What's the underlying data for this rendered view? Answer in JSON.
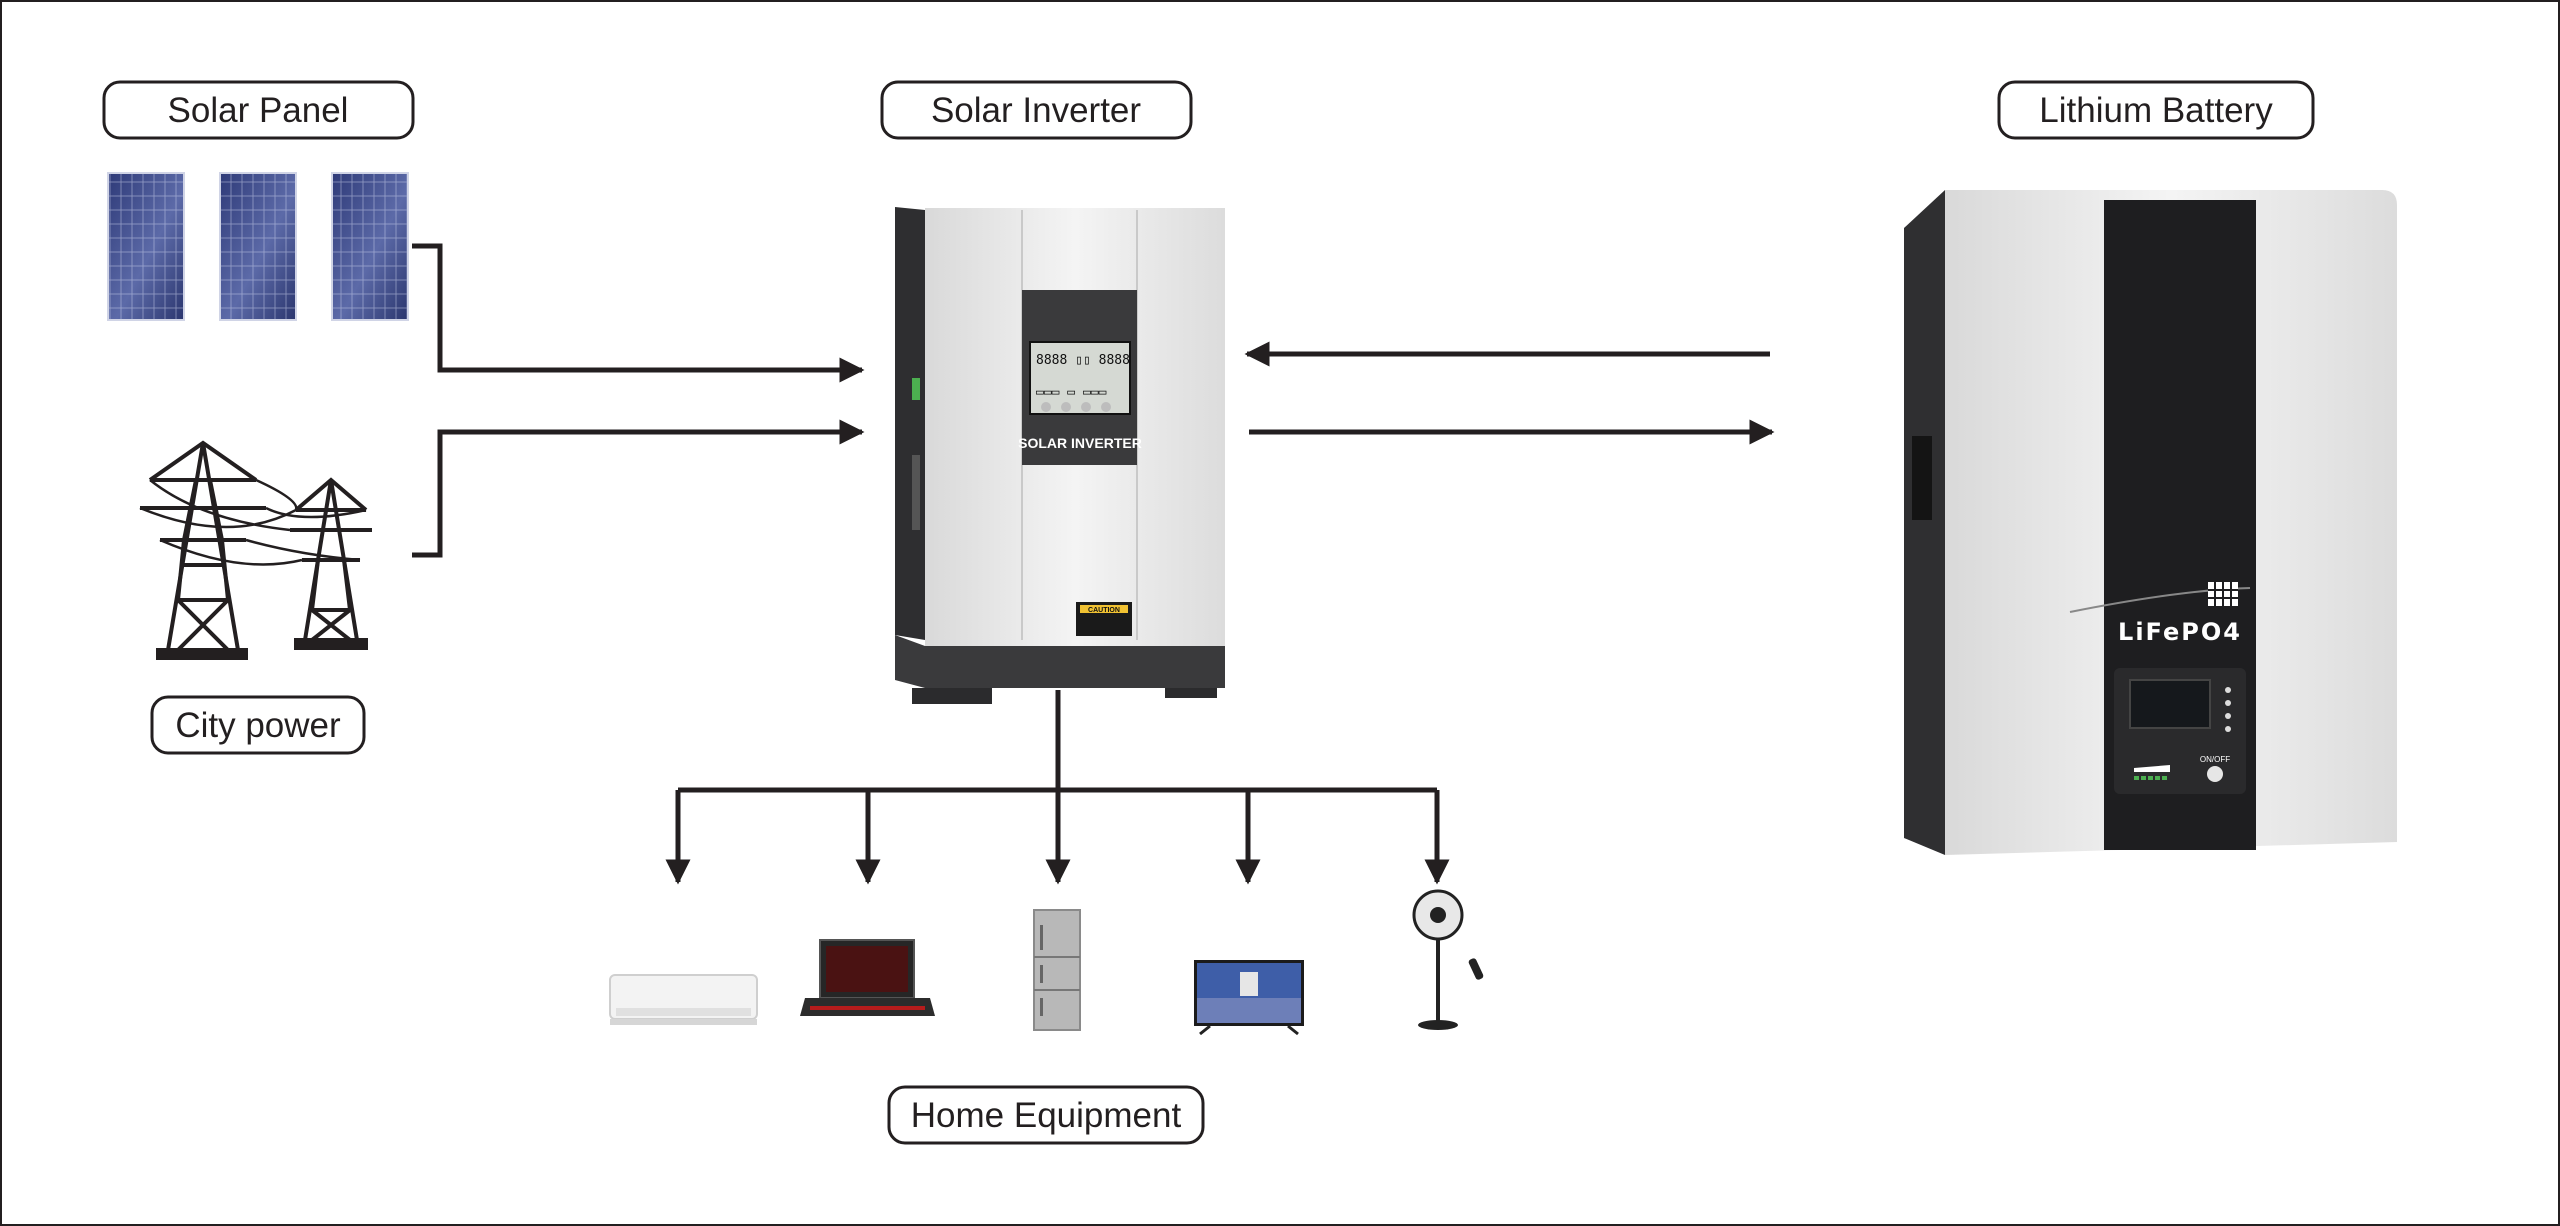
{
  "labels": {
    "solar_panel": "Solar Panel",
    "solar_inverter": "Solar Inverter",
    "lithium_battery": "Lithium Battery",
    "city_power": "City power",
    "home_equipment": "Home Equipment"
  },
  "inverter": {
    "front_text": "SOLAR INVERTER",
    "caution_text": "CAUTION"
  },
  "battery": {
    "model_text": "LiFePO4",
    "switch_text": "ON/OFF"
  },
  "colors": {
    "line": "#231f20",
    "panel_blue": "#3d4a86",
    "device_dark": "#3a3a3c",
    "device_light": "#ececec"
  }
}
